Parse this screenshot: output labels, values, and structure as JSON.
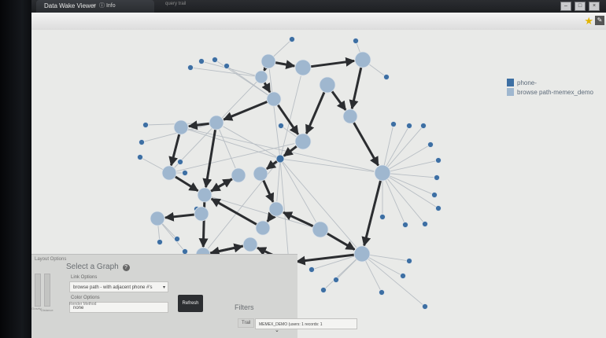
{
  "browser": {
    "tab_title": "Data Wake Viewer",
    "tab_close": "×",
    "tab_info": "Info",
    "second_tab": "query trail",
    "window_controls": [
      "–",
      "□",
      "×"
    ],
    "bookmark_icon": "star-icon",
    "extension_icon": "puzzle-icon"
  },
  "legend": {
    "items": [
      {
        "label": "phone-",
        "color": "#3d6fa3"
      },
      {
        "label": "browse path-memex_demo",
        "color": "#9fb7cf"
      }
    ]
  },
  "colors": {
    "node_light": "#9fb7cf",
    "node_dark": "#3d6fa3",
    "edge": "#b8bec4",
    "arrow": "#2b2d30",
    "background": "#e9eae8"
  },
  "controls": {
    "layout_options_label": "Layout Options",
    "slider_a_label": "Gravity",
    "slider_b_label": "Distance",
    "select_graph_title": "Select a Graph",
    "help_icon": "?",
    "link_options_label": "Link Options",
    "link_options_value": "browse path - with adjacent phone #'s",
    "color_options_label": "Color Options",
    "color_options_value": "none",
    "refresh_label": "Refresh",
    "render_label": "Render Method"
  },
  "filters": {
    "title": "Filters",
    "trail_label": "Trail",
    "trail_value": "MEMEX_DEMO (users: 1 records: 1"
  }
}
